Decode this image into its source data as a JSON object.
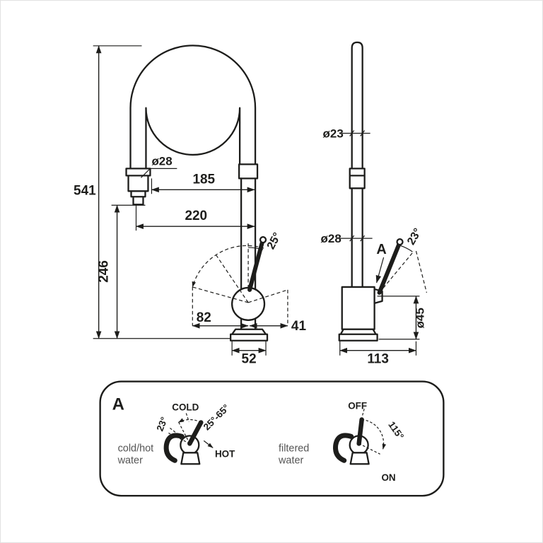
{
  "front": {
    "dim_541": "541",
    "dim_246": "246",
    "dia_28": "ø28",
    "dim_185": "185",
    "dim_220": "220",
    "angle_25": "25°",
    "dim_82": "82",
    "dim_41": "41",
    "dim_52": "52"
  },
  "side": {
    "dia_23": "ø23",
    "dia_28": "ø28",
    "angle_23": "23°",
    "callout": "A",
    "dia_45": "ø45",
    "dim_113": "113"
  },
  "panel": {
    "label": "A",
    "left": {
      "cold": "COLD",
      "range": "25°-65°",
      "tilt": "23°",
      "hot": "HOT",
      "caption_line1": "cold/hot",
      "caption_line2": "water"
    },
    "right": {
      "off": "OFF",
      "sweep": "115°",
      "on": "ON",
      "caption_line1": "filtered",
      "caption_line2": "water"
    }
  },
  "colors": {
    "line": "#1d1d1b",
    "caption": "#555555",
    "background": "#ffffff"
  }
}
